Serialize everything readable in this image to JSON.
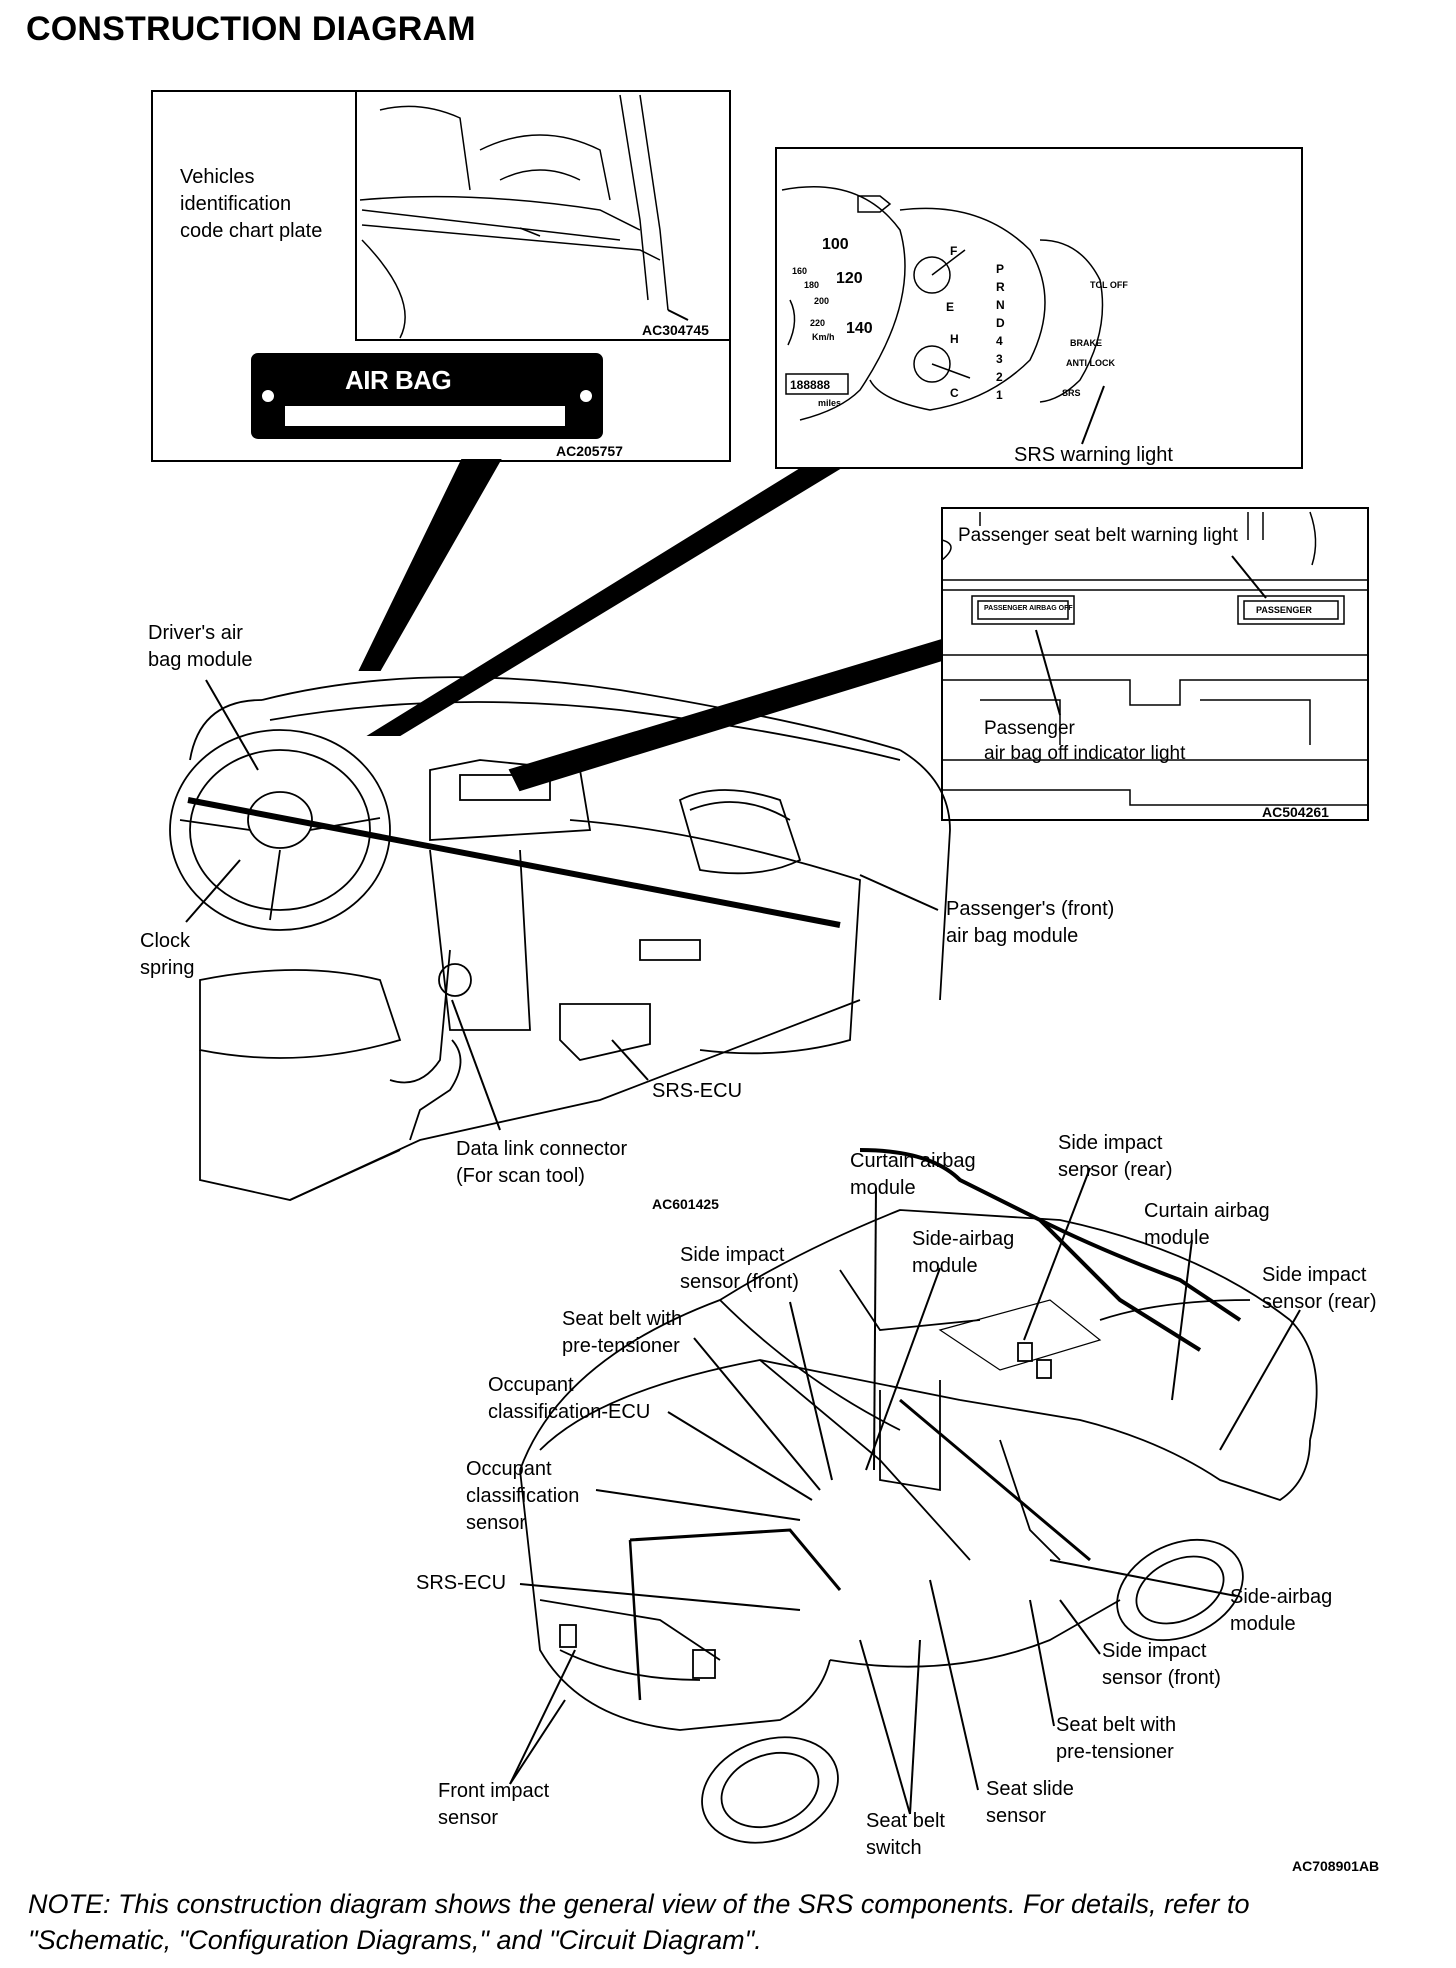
{
  "title": "CONSTRUCTION DIAGRAM",
  "top_left_box": {
    "label": "Vehicles\nidentification\ncode chart plate",
    "photo_code": "AC304745",
    "plate_text": "AIR BAG",
    "code": "AC205757"
  },
  "cluster_box": {
    "label": "SRS warning light",
    "speed_marks": [
      "100",
      "120",
      "140",
      "160",
      "180",
      "200",
      "220"
    ],
    "speed_unit": "Km/h",
    "odometer": "188888",
    "odometer_unit": "miles",
    "gear_marks": [
      "P",
      "R",
      "N",
      "D",
      "4",
      "3",
      "2",
      "1"
    ],
    "gauge_marks": [
      "F",
      "E",
      "H",
      "C"
    ],
    "indicators": [
      "TCL OFF",
      "BRAKE",
      "ANTI LOCK",
      "SRS"
    ]
  },
  "passenger_box": {
    "label_top": "Passenger seat belt warning light",
    "label_bottom": "Passenger\nair bag off indicator light",
    "badge_left": "PASSENGER AIRBAG OFF",
    "badge_right": "PASSENGER",
    "code": "AC504261"
  },
  "dash_labels": {
    "drivers_air_bag": "Driver's air\nbag module",
    "clock_spring": "Clock\nspring",
    "passengers_air_bag": "Passenger's (front)\nair bag module",
    "srs_ecu": "SRS-ECU",
    "data_link": "Data link connector\n(For scan tool)",
    "code": "AC601425"
  },
  "car_labels": {
    "curtain_left": "Curtain airbag\nmodule",
    "side_impact_rear_top": "Side impact\nsensor (rear)",
    "curtain_right": "Curtain airbag\nmodule",
    "side_airbag_top": "Side-airbag\nmodule",
    "side_impact_rear_right": "Side impact\nsensor (rear)",
    "side_impact_front_top": "Side impact\nsensor (front)",
    "seat_belt_top": "Seat belt with\npre-tensioner",
    "occ_ecu": "Occupant\nclassification-ECU",
    "occ_sensor": "Occupant\nclassification\nsensor",
    "srs_ecu": "SRS-ECU",
    "side_airbag_right": "Side-airbag\nmodule",
    "side_impact_front_right": "Side impact\nsensor (front)",
    "seat_belt_right": "Seat belt with\npre-tensioner",
    "seat_slide": "Seat slide\nsensor",
    "seat_belt_switch": "Seat belt\nswitch",
    "front_impact": "Front impact\nsensor",
    "code": "AC708901AB"
  },
  "note": "NOTE: This construction diagram shows the general view of the SRS components. For details, refer to\n\"Schematic, \"Configuration Diagrams,\" and \"Circuit Diagram\"."
}
